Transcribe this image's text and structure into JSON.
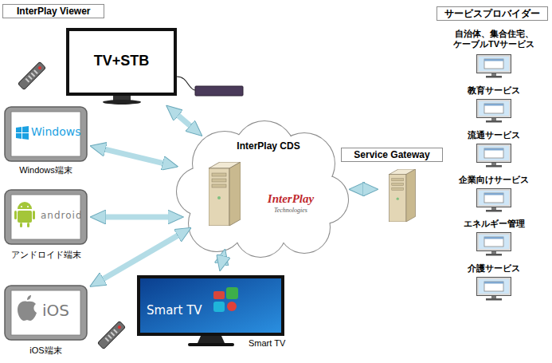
{
  "diagram": {
    "nodes": [
      {
        "text": [
          "InterPlay Viewer"
        ]
      },
      {
        "text": [
          "TV+STB"
        ]
      },
      {
        "text": [
          "Windows",
          "Windows端末"
        ]
      },
      {
        "text": [
          "android",
          "アンドロイド端末"
        ]
      },
      {
        "text": [
          "iOS",
          "iOS端末"
        ]
      },
      {
        "text": [
          "InterPlay CDS",
          "InterPlay",
          "Technologies"
        ]
      },
      {
        "text": [
          "Service Gateway"
        ]
      },
      {
        "text": [
          "Smart TV",
          "Smart TV"
        ]
      },
      {
        "text": [
          "サービスプロバイダー"
        ]
      },
      {
        "text": [
          "自治体、集合住宅、 ケーブルTVサービス"
        ]
      },
      {
        "text": [
          "教育サービス"
        ]
      },
      {
        "text": [
          "流通サービス"
        ]
      },
      {
        "text": [
          "企業向けサービス"
        ]
      },
      {
        "text": [
          "エネルギー管理"
        ]
      },
      {
        "text": [
          "介護サービス"
        ]
      }
    ],
    "edges": [
      {
        "from": 1,
        "to": 5,
        "arrow": "both"
      },
      {
        "from": 2,
        "to": 5,
        "arrow": "both"
      },
      {
        "from": 3,
        "to": 5,
        "arrow": "both"
      },
      {
        "from": 4,
        "to": 5,
        "arrow": "both"
      },
      {
        "from": 7,
        "to": 5,
        "arrow": "both"
      },
      {
        "from": 5,
        "to": 6,
        "arrow": "both"
      }
    ]
  }
}
